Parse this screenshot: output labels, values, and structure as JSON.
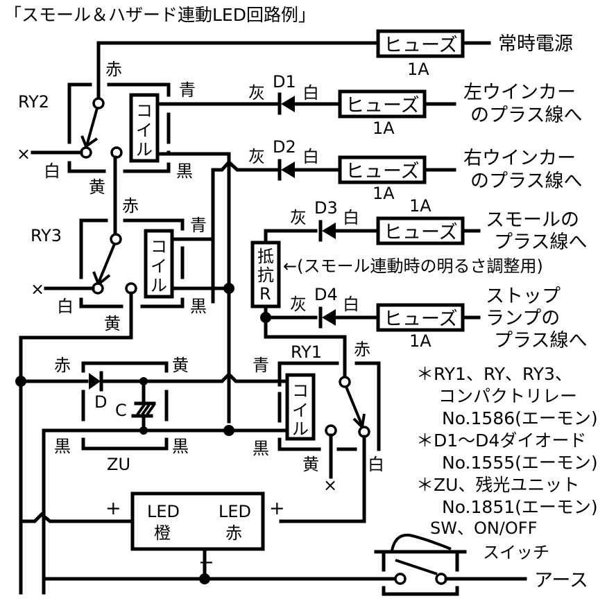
{
  "title": "「スモール＆ハザード連動LED回路例」",
  "sources": {
    "constant_power": "常時電源",
    "left_winker": [
      "左ウインカー",
      "のプラス線へ"
    ],
    "right_winker": [
      "右ウインカー",
      "のプラス線へ"
    ],
    "small": [
      "スモールの",
      "プラス線へ"
    ],
    "stop": [
      "ストップ",
      "ランプの",
      "プラス線へ"
    ]
  },
  "fuse": {
    "label": "ヒューズ",
    "rating": "1A"
  },
  "diodes": {
    "d1": "D1",
    "d2": "D2",
    "d3": "D3",
    "d4": "D4",
    "d": "D",
    "anode_color": "白",
    "cathode_color": "灰"
  },
  "relays": {
    "ry1": "RY1",
    "ry2": "RY2",
    "ry3": "RY3",
    "coil_label": "コイル"
  },
  "wire_colors": {
    "red": "赤",
    "blue": "青",
    "white": "白",
    "black": "黒",
    "yellow": "黄"
  },
  "resistor": {
    "line1": "抵",
    "line2": "抗",
    "line3": "R"
  },
  "resistor_note": "←(スモール連動時の明るさ調整用)",
  "capacitor": "C",
  "zu": "ZU",
  "led": {
    "left_top": "LED",
    "left_bottom": "橙",
    "right_top": "LED",
    "right_bottom": "赤",
    "plus": "+",
    "minus": "−"
  },
  "nc_mark": "×",
  "switch": {
    "line1": "SW、ON/OFF",
    "line2": "スイッチ"
  },
  "ground": "アース",
  "notes": [
    "＊RY1、RY、RY3、",
    "コンパクトリレー",
    "No.1586(エーモン)",
    "＊D1〜D4ダイオード",
    "No.1555(エーモン)",
    "＊ZU、残光ユニット",
    "No.1851(エーモン)"
  ]
}
